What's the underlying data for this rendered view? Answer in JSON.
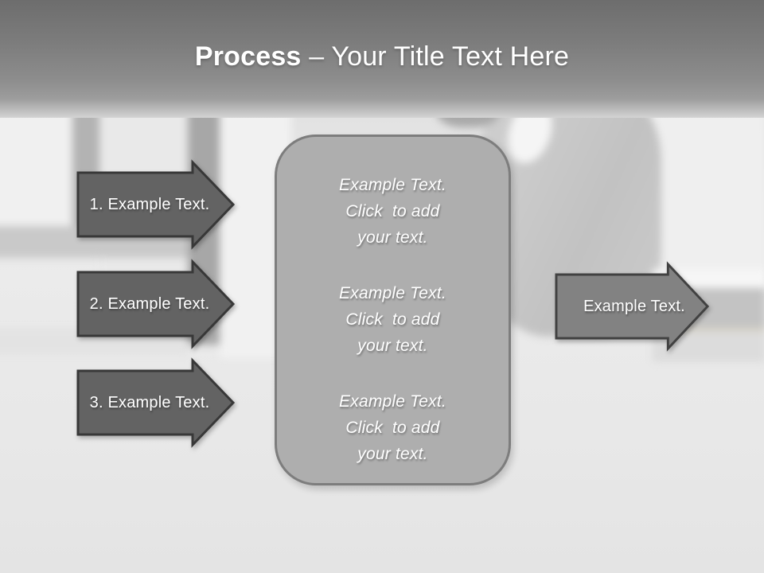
{
  "title": {
    "bold": "Process",
    "rest": " – Your Title Text Here"
  },
  "colors": {
    "header-top": "#6d6d6d",
    "header-bottom": "#c9c9c9",
    "arrow-dark-fill": "#636363",
    "arrow-dark-border": "#383838",
    "arrow-light-fill": "#828282",
    "arrow-light-border": "#414141",
    "panel-fill": "#aeaeae",
    "panel-border": "#7d7d7d",
    "text-color": "#ffffff"
  },
  "left_arrows": [
    {
      "label": "1. Example Text."
    },
    {
      "label": "2. Example Text."
    },
    {
      "label": "3. Example Text."
    }
  ],
  "right_arrow": {
    "label": "Example Text."
  },
  "center_panel": {
    "groups": [
      {
        "lines": [
          "Example Text.",
          "Click  to add",
          "your text."
        ]
      },
      {
        "lines": [
          "Example Text.",
          "Click  to add",
          "your text."
        ]
      },
      {
        "lines": [
          "Example Text.",
          "Click  to add",
          "your text."
        ]
      }
    ]
  }
}
